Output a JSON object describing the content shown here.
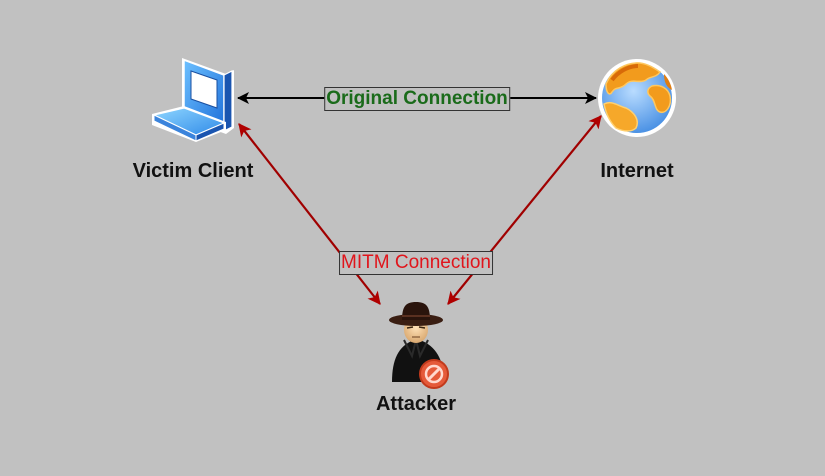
{
  "diagram": {
    "title": "Man-in-the-Middle Attack",
    "nodes": [
      {
        "id": "victim",
        "label": "Victim Client",
        "icon": "laptop-icon"
      },
      {
        "id": "internet",
        "label": "Internet",
        "icon": "globe-icon"
      },
      {
        "id": "attacker",
        "label": "Attacker",
        "icon": "hacker-spy-icon"
      }
    ],
    "edges": [
      {
        "id": "original",
        "from": "victim",
        "to": "internet",
        "label": "Original Connection",
        "direction": "both",
        "color": "#000000",
        "label_color": "#1a6b1a"
      },
      {
        "id": "mitm-victim",
        "from": "victim",
        "to": "attacker",
        "label": "MITM Connection",
        "direction": "both",
        "color": "#a00000",
        "label_color": "#e0151c"
      },
      {
        "id": "mitm-internet",
        "from": "internet",
        "to": "attacker",
        "label": "",
        "direction": "both",
        "color": "#a00000"
      }
    ]
  },
  "colors": {
    "background": "#c1c1c1",
    "original_line": "#000000",
    "mitm_line": "#a00000",
    "original_label": "#1a6b1a",
    "mitm_label": "#e0151c"
  },
  "labels": {
    "victim": "Victim Client",
    "internet": "Internet",
    "attacker": "Attacker",
    "original_connection": "Original Connection",
    "mitm_connection": "MITM Connection"
  }
}
